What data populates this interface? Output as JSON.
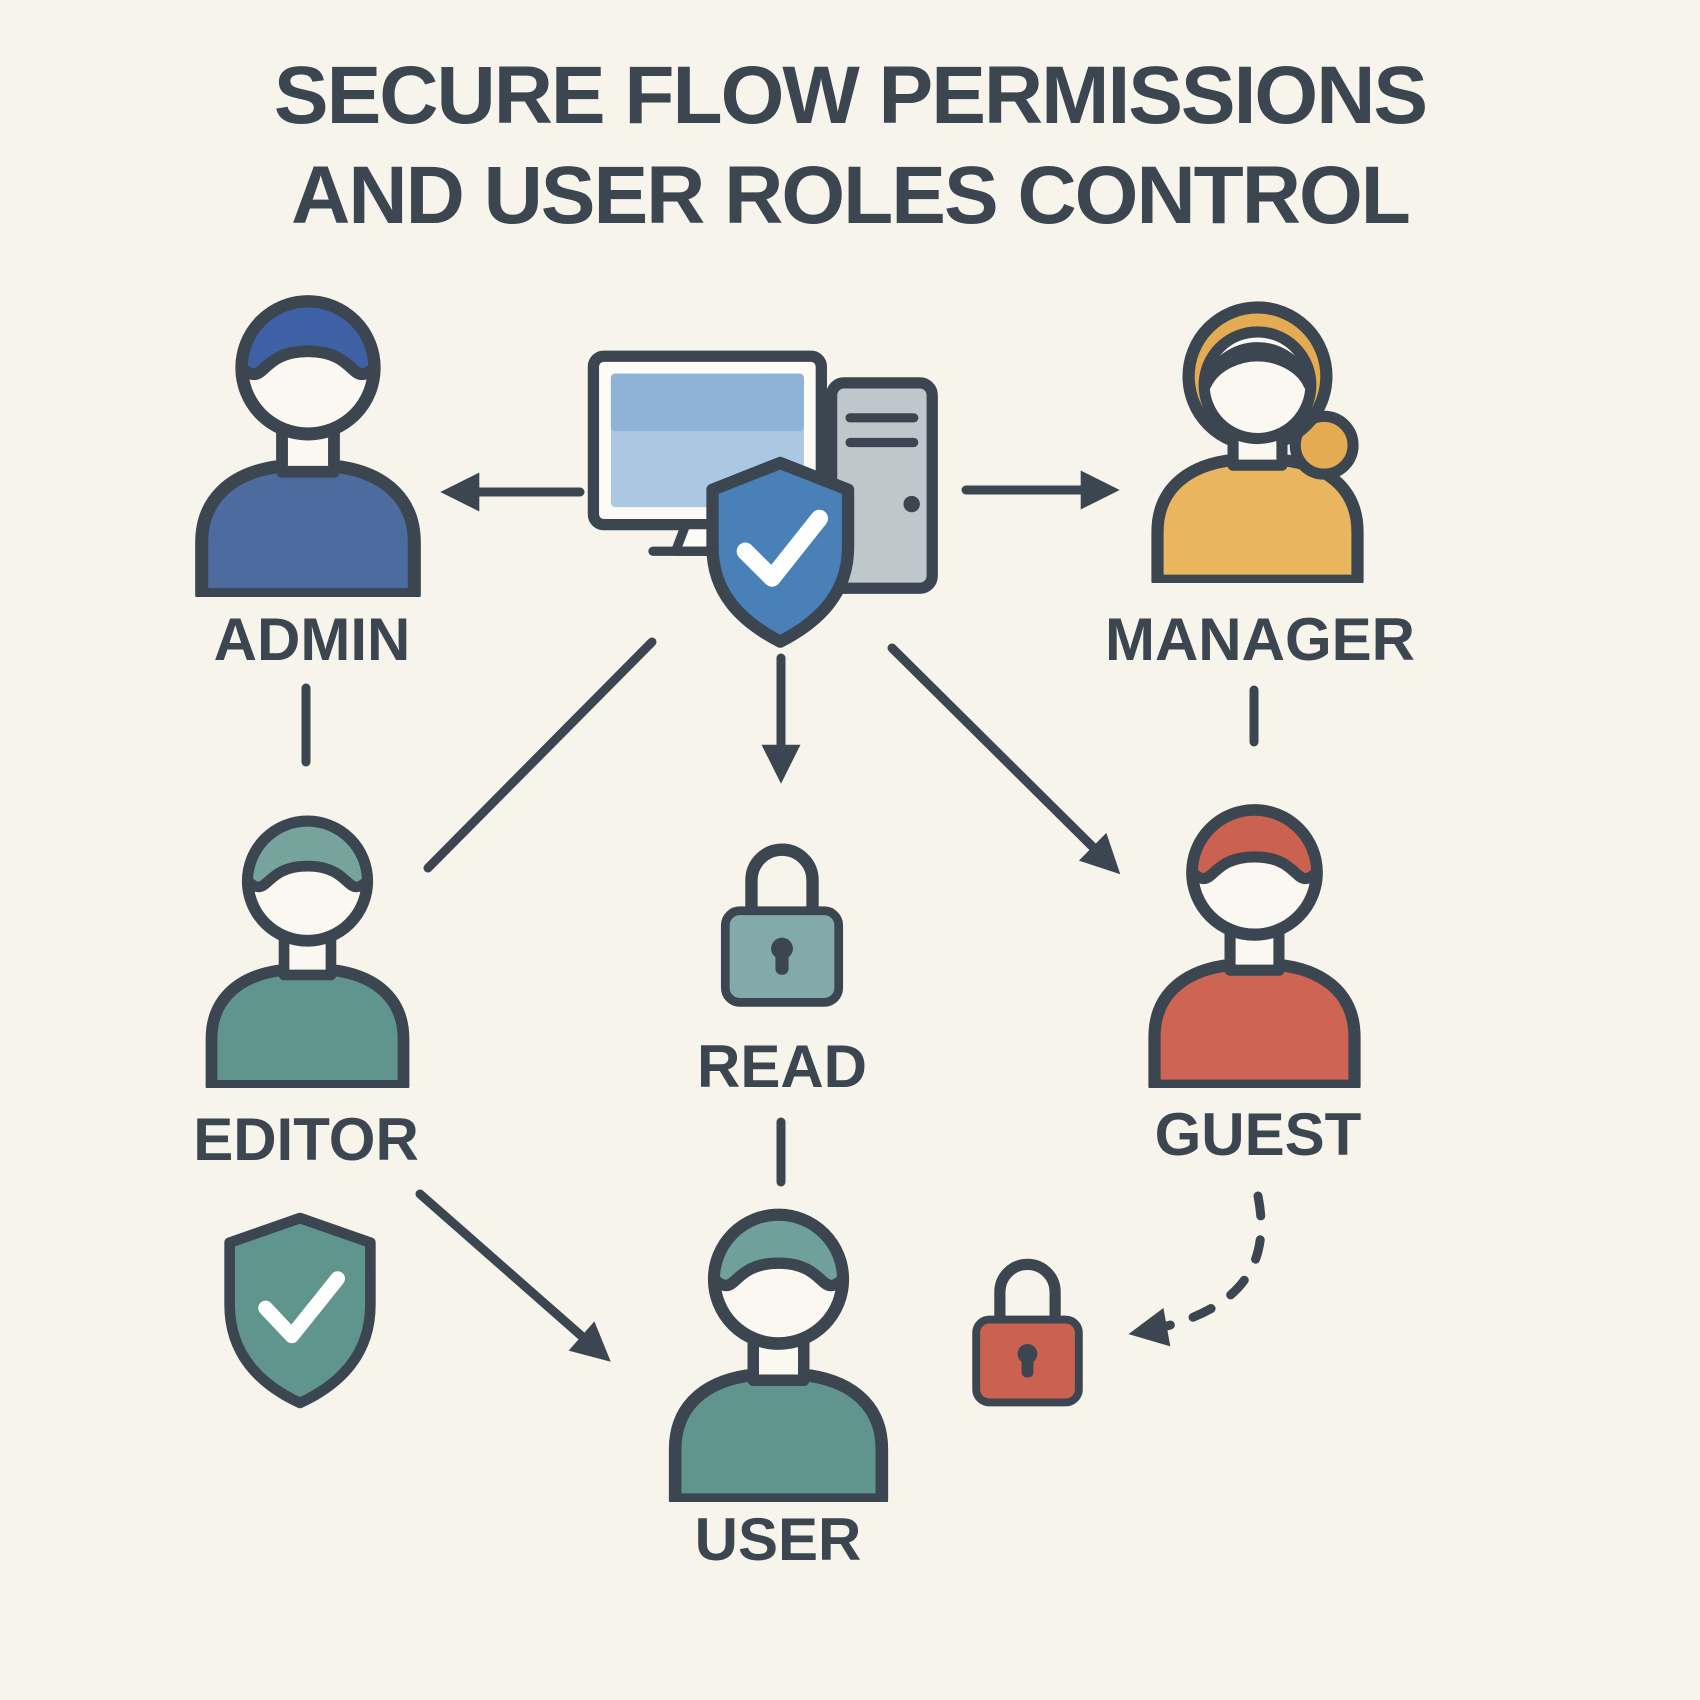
{
  "title": {
    "line1": "SECURE FLOW PERMISSIONS",
    "line2": "AND USER ROLES CONTROL"
  },
  "colors": {
    "background": "#f7f4ec",
    "outline": "#3b4650",
    "text": "#3b4650",
    "skin": "#fbf8f1"
  },
  "center_icon": {
    "name": "secure-system-shield-icon",
    "shield_color": "#4a80b8",
    "check_color": "#ffffff",
    "screen_color": "#abc8e2",
    "screen_top_color": "#8fb3d6",
    "tower_color": "#bdc7cc"
  },
  "roles": {
    "admin": {
      "label": "ADMIN",
      "icon": "admin-person-icon",
      "hair": "#3e61a6",
      "shirt": "#4c6b9f"
    },
    "manager": {
      "label": "MANAGER",
      "icon": "manager-person-icon",
      "hair": "#e4ab52",
      "shirt": "#eab55f"
    },
    "editor": {
      "label": "EDITOR",
      "icon": "editor-person-icon",
      "hair": "#76a49c",
      "shirt": "#5f958c"
    },
    "guest": {
      "label": "GUEST",
      "icon": "guest-person-icon",
      "hair": "#cb6150",
      "shirt": "#cd6454"
    },
    "user": {
      "label": "USER",
      "icon": "user-person-icon",
      "hair": "#6fa09a",
      "shirt": "#5f958c"
    }
  },
  "permissions": {
    "read": {
      "label": "READ",
      "icon": "read-lock-icon",
      "lock_color": "#82aaa8"
    },
    "denied": {
      "icon": "red-lock-icon",
      "lock_color": "#cb6150"
    },
    "verified": {
      "icon": "teal-shield-check-icon",
      "shield_color": "#5f958c",
      "check_color": "#ffffff"
    }
  }
}
